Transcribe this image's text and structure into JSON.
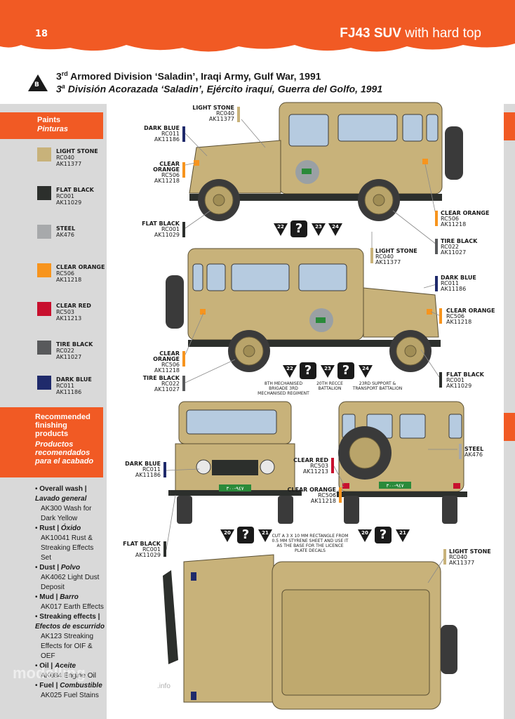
{
  "header": {
    "page_number": "18",
    "title_bold": "FJ43 SUV",
    "title_rest": " with hard top"
  },
  "badge": "B",
  "title": {
    "en": "Armored Division ‘Saladin’, Iraqi Army, Gulf War, 1991",
    "en_num": "3",
    "en_sup": "rd",
    "es": "División Acorazada ‘Saladin’, Ejército iraquí, Guerra del Golfo, 1991",
    "es_num": "3",
    "es_sup": "a"
  },
  "paints": {
    "heading": "Paints",
    "heading_es": "Pinturas",
    "items": [
      {
        "name": "LIGHT STONE",
        "code1": "RC040",
        "code2": "AK11377",
        "color": "#c8b27a"
      },
      {
        "name": "FLAT BLACK",
        "code1": "RC001",
        "code2": "AK11029",
        "color": "#2c2f2c"
      },
      {
        "name": "STEEL",
        "code1": "AK476",
        "code2": "",
        "color": "#a7a9ab"
      },
      {
        "name": "CLEAR ORANGE",
        "code1": "RC506",
        "code2": "AK11218",
        "color": "#f7941d"
      },
      {
        "name": "CLEAR RED",
        "code1": "RC503",
        "code2": "AK11213",
        "color": "#c8102e"
      },
      {
        "name": "TIRE BLACK",
        "code1": "RC022",
        "code2": "AK11027",
        "color": "#58595b"
      },
      {
        "name": "DARK BLUE",
        "code1": "RC011",
        "code2": "AK11186",
        "color": "#1f2a6b"
      }
    ]
  },
  "recommended": {
    "heading": "Recommended finishing products",
    "heading_es": "Productos recomendados para el acabado",
    "items": [
      {
        "name": "Overall wash |",
        "name_es": "Lavado general",
        "product": "AK300 Wash for Dark Yellow"
      },
      {
        "name": "Rust |",
        "name_es": "Óxido",
        "product": "AK10041 Rust & Streaking Effects Set"
      },
      {
        "name": "Dust |",
        "name_es": "Polvo",
        "product": "AK4062 Light Dust Deposit"
      },
      {
        "name": "Mud |",
        "name_es": "Barro",
        "product": "AK017 Earth Effects"
      },
      {
        "name": "Streaking effects |",
        "name_es": "Efectos de escurrido",
        "product": "AK123 Streaking Effects for OIF & OEF"
      },
      {
        "name": "Oil |",
        "name_es": "Aceite",
        "product": "AK084 Engine Oil"
      },
      {
        "name": "Fuel |",
        "name_es": "Combustible",
        "product": "AK025 Fuel Stains"
      }
    ]
  },
  "callouts": {
    "light_stone": {
      "name": "LIGHT STONE",
      "code1": "RC040",
      "code2": "AK11377"
    },
    "dark_blue": {
      "name": "DARK BLUE",
      "code1": "RC011",
      "code2": "AK11186"
    },
    "clear_orange": {
      "name": "CLEAR ORANGE",
      "code1": "RC506",
      "code2": "AK11218"
    },
    "flat_black": {
      "name": "FLAT BLACK",
      "code1": "RC001",
      "code2": "AK11029"
    },
    "tire_black": {
      "name": "TIRE BLACK",
      "code1": "RC022",
      "code2": "AK11027"
    },
    "clear_red": {
      "name": "CLEAR RED",
      "code1": "RC503",
      "code2": "AK11213"
    },
    "steel": {
      "name": "STEEL",
      "code1": "AK476"
    }
  },
  "decals": {
    "side1": [
      "22",
      "?",
      "23",
      "24"
    ],
    "side2": [
      "22",
      "?",
      "23",
      "?",
      "24"
    ],
    "front": [
      "20",
      "?",
      "21"
    ],
    "rear": [
      "20",
      "?",
      "21"
    ]
  },
  "notes": {
    "brigade": "8TH MECHANISED BRIGADE 3RD MECHANISED REGIMENT",
    "recce": "20TH RECCE BATTALION",
    "support": "23RD SUPPORT & TRANSPORT BATTALION",
    "plate": "CUT A 3 X 10 MM RECTANGLE FROM 0.5 MM STYRENE SHEET AND USE IT AS THE BASE FOR THE LICENCE PLATE DECALS"
  },
  "plates": {
    "front": "٩٤٧-٣٠٠",
    "rear": "٩٤٧-٣٠٠"
  },
  "watermark": {
    "text": "modelling",
    "domain": ".info"
  }
}
